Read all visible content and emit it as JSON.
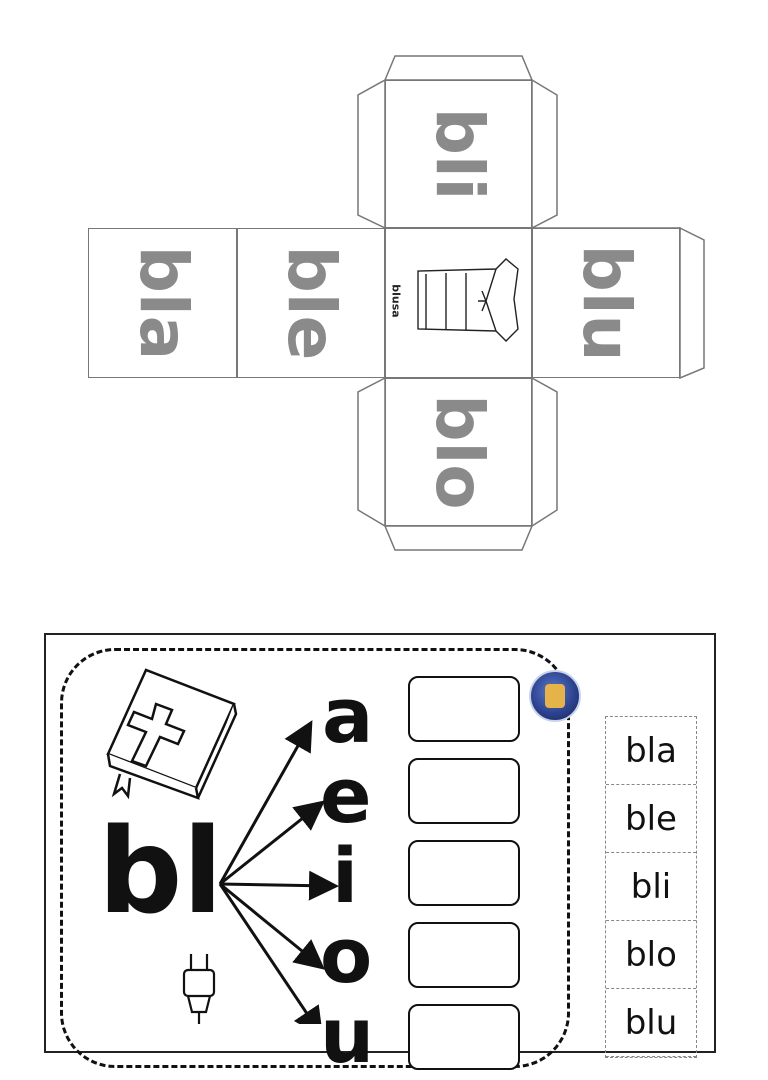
{
  "cube": {
    "top": "bli",
    "left_outer": "bla",
    "left_inner": "ble",
    "center_label": "blusa",
    "right": "blu",
    "bottom": "blo"
  },
  "worksheet": {
    "digraph": "bl",
    "vowels": [
      "a",
      "e",
      "i",
      "o",
      "u"
    ],
    "syllables": [
      "bla",
      "ble",
      "bli",
      "blo",
      "blu"
    ],
    "icons": [
      "bible-icon",
      "plug-icon",
      "logo-badge"
    ]
  }
}
